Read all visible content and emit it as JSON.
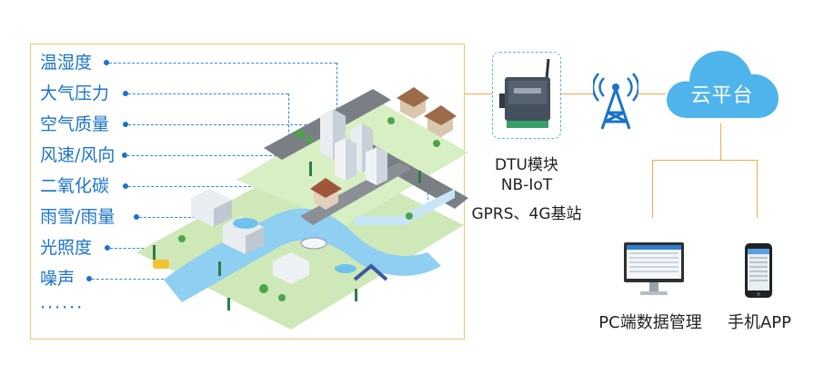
{
  "sensors": {
    "items": [
      "温湿度",
      "大气压力",
      "空气质量",
      "风速/风向",
      "二氧化碳",
      "雨雪/雨量",
      "光照度",
      "噪声"
    ],
    "more": "······"
  },
  "dtu": {
    "line1": "DTU模块",
    "line2": "NB-IoT",
    "line3": "GPRS、4G基站"
  },
  "cloud": {
    "label": "云平台"
  },
  "clients": {
    "pc": "PC端数据管理",
    "mobile": "手机APP"
  },
  "colors": {
    "sensor_text": "#1a73c9",
    "panel_border": "#f2c66d",
    "connector": "#f3a94a",
    "cloud": "#4fb4ec",
    "tower": "#1a73c9"
  }
}
